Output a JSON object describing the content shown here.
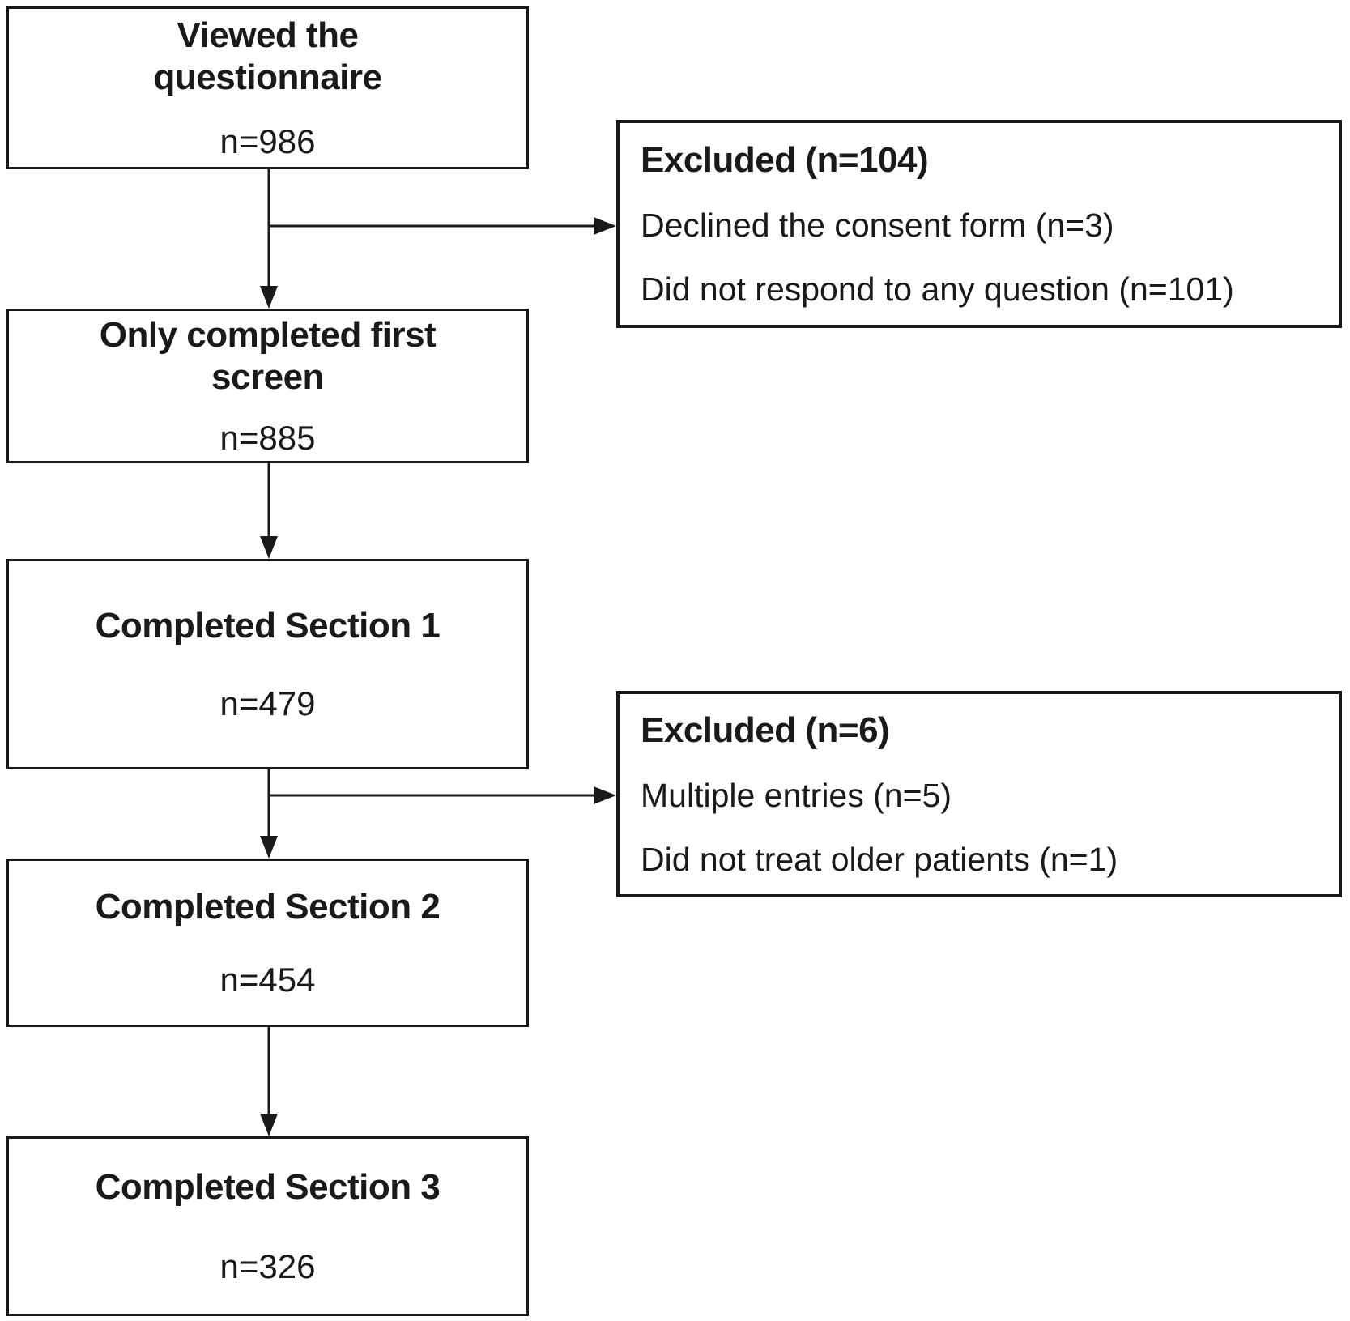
{
  "diagram": {
    "type": "participant-flow-chart",
    "colors": {
      "line": "#1a1a1a",
      "text": "#1a1a1a",
      "background": "#ffffff"
    },
    "flow_boxes": [
      {
        "label": "Viewed the\nquestionnaire",
        "count": "n=986"
      },
      {
        "label": "Only completed first\nscreen",
        "count": "n=885"
      },
      {
        "label": "Completed Section 1",
        "count": "n=479"
      },
      {
        "label": "Completed Section 2",
        "count": "n=454"
      },
      {
        "label": "Completed Section 3",
        "count": "n=326"
      }
    ],
    "exclusion_boxes": [
      {
        "heading": "Excluded (n=104)",
        "reasons": [
          "Declined the consent form (n=3)",
          "Did not respond to any question (n=101)"
        ]
      },
      {
        "heading": "Excluded (n=6)",
        "reasons": [
          "Multiple entries (n=5)",
          "Did not treat older patients (n=1)"
        ]
      }
    ]
  }
}
